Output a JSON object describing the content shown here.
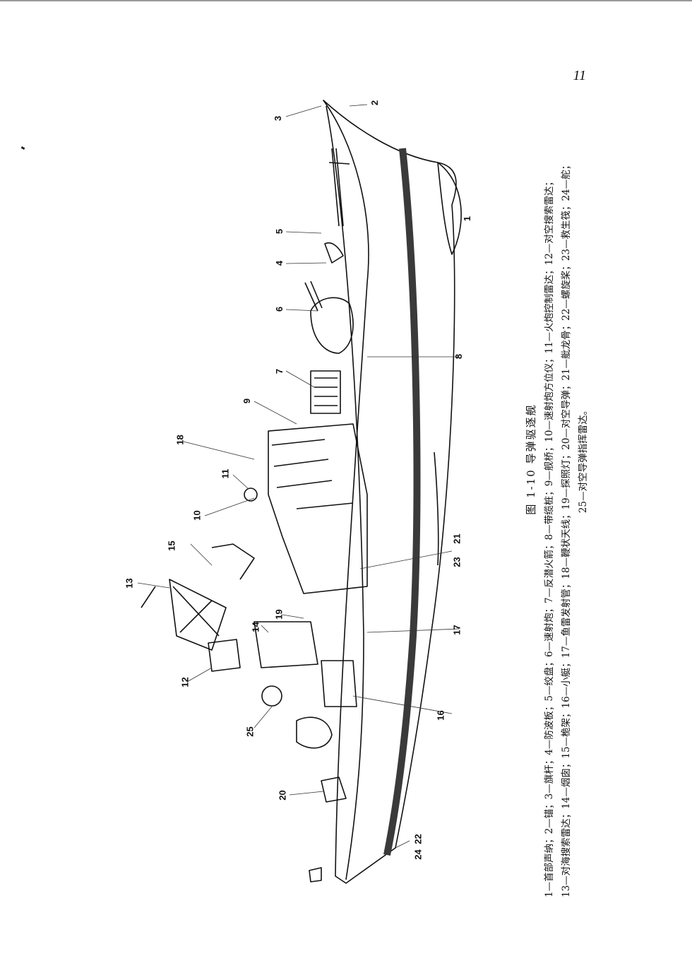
{
  "page": {
    "number": "11"
  },
  "figure": {
    "title": "图 1-10   导弹驱逐舰",
    "legend_lines": [
      "1—首部声纳；2—锚；3—旗杆；4—防波板；5—绞盘；6—速射炮；7—反潜火箭；8—带缆桩；9—舰桥；10—速射炮方位仪；11—火炮控制雷达；12—对空搜索雷达；",
      "13—对海搜索雷达；14—烟囱；15—桅架；16—小艇；17—鱼雷发射管；18—鞭状天线；19—探照灯；20—对空导弹；21—舭龙骨；22—螺旋桨；23—救生筏；24—舵；",
      "25—对空导弹指挥雷达。"
    ]
  },
  "callouts": [
    {
      "id": "1",
      "label": "1"
    },
    {
      "id": "2",
      "label": "2"
    },
    {
      "id": "3",
      "label": "3"
    },
    {
      "id": "4",
      "label": "4"
    },
    {
      "id": "5",
      "label": "5"
    },
    {
      "id": "6",
      "label": "6"
    },
    {
      "id": "7",
      "label": "7"
    },
    {
      "id": "8",
      "label": "8"
    },
    {
      "id": "9",
      "label": "9"
    },
    {
      "id": "10",
      "label": "10"
    },
    {
      "id": "11",
      "label": "11"
    },
    {
      "id": "12",
      "label": "12"
    },
    {
      "id": "13",
      "label": "13"
    },
    {
      "id": "14",
      "label": "14"
    },
    {
      "id": "15",
      "label": "15"
    },
    {
      "id": "16",
      "label": "16"
    },
    {
      "id": "17",
      "label": "17"
    },
    {
      "id": "18",
      "label": "18"
    },
    {
      "id": "19",
      "label": "19"
    },
    {
      "id": "20",
      "label": "20"
    },
    {
      "id": "21",
      "label": "21"
    },
    {
      "id": "22",
      "label": "22"
    },
    {
      "id": "23",
      "label": "23"
    },
    {
      "id": "24",
      "label": "24"
    },
    {
      "id": "25",
      "label": "25"
    }
  ],
  "colors": {
    "ink": "#111111",
    "paper": "#ffffff",
    "hull_band": "#3a3a3a"
  }
}
